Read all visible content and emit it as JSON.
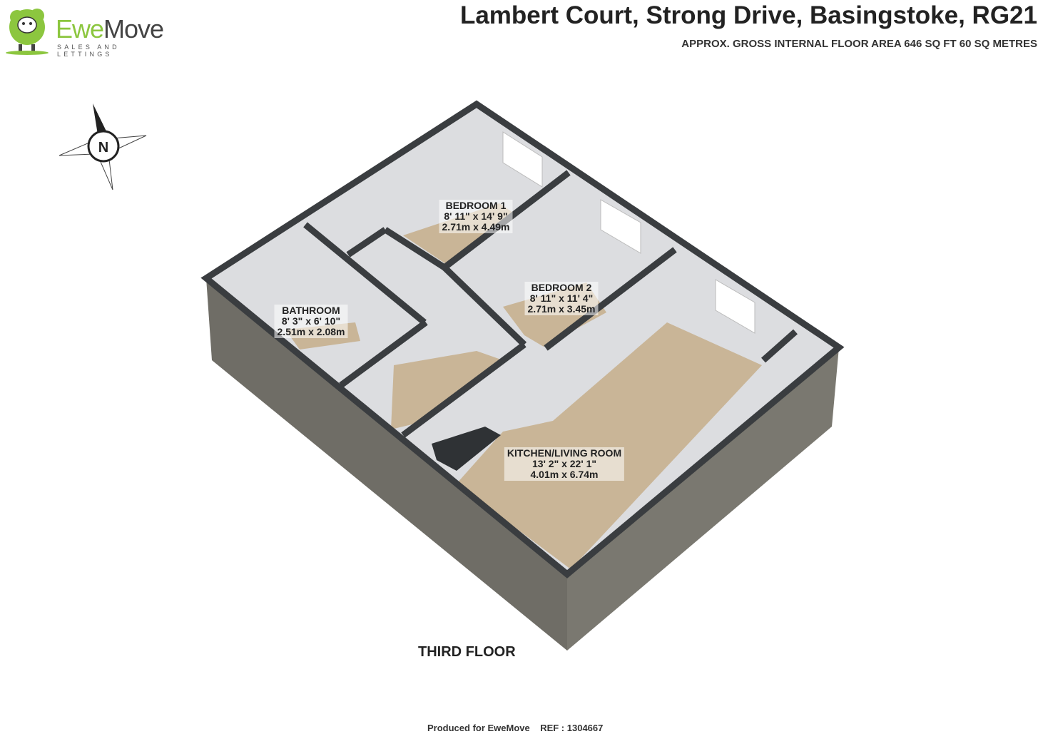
{
  "header": {
    "address": "Lambert Court, Strong Drive, Basingstoke, RG21",
    "area": "APPROX. GROSS INTERNAL FLOOR AREA 646 SQ FT 60 SQ METRES"
  },
  "logo": {
    "brand_part1": "Ewe",
    "brand_part2": "Move",
    "tagline": "SALES AND LETTINGS",
    "brand_color": "#8cc63f"
  },
  "compass": {
    "label": "N",
    "icon": "compass-north-icon"
  },
  "rooms": [
    {
      "name": "BEDROOM 1",
      "imperial": "8' 11\" x 14' 9\"",
      "metric": "2.71m x 4.49m"
    },
    {
      "name": "BEDROOM 2",
      "imperial": "8' 11\" x 11' 4\"",
      "metric": "2.71m x 3.45m"
    },
    {
      "name": "BATHROOM",
      "imperial": "8' 3\" x 6' 10\"",
      "metric": "2.51m x 2.08m"
    },
    {
      "name": "KITCHEN/LIVING ROOM",
      "imperial": "13' 2\" x 22' 1\"",
      "metric": "4.01m x 6.74m"
    }
  ],
  "floor_name": "THIRD FLOOR",
  "footer": "Produced for EweMove    REF : 1304667",
  "colors": {
    "floor": "#c9b597",
    "wall_top": "#3a3d40",
    "wall_face": "#dcdde0",
    "brick": "#6f6d66"
  }
}
